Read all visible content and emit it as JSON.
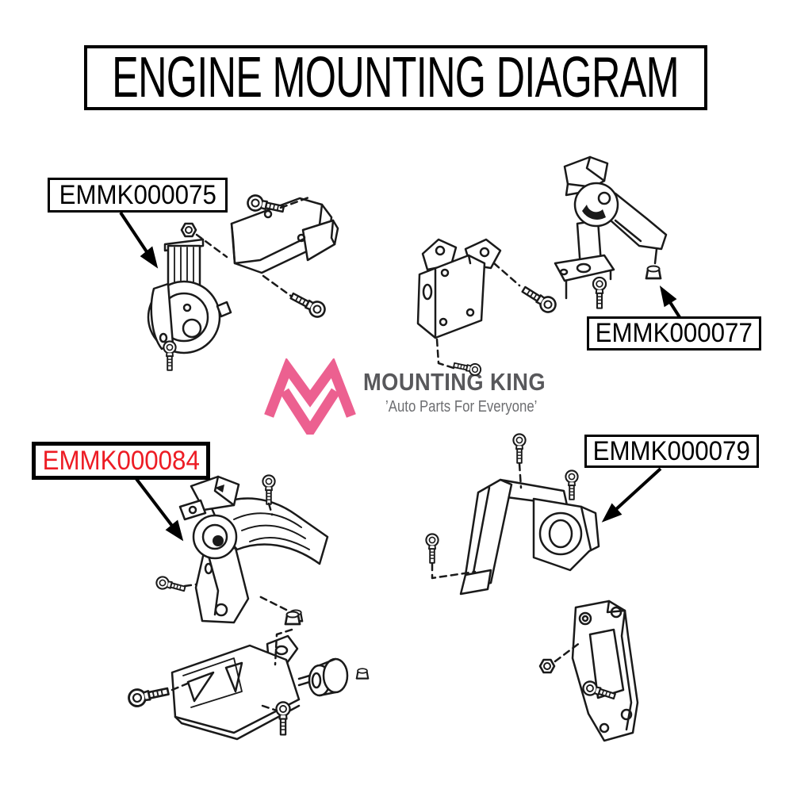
{
  "title": "ENGINE MOUNTING DIAGRAM",
  "brand": {
    "name": "MOUNTING KING",
    "tagline": "’Auto Parts For Everyone’",
    "logo_mark": "m-chevron-logo"
  },
  "part_labels": [
    {
      "code": "EMMK000075",
      "text_color": "#000000",
      "highlighted": false,
      "position": "top-left"
    },
    {
      "code": "EMMK000077",
      "text_color": "#000000",
      "highlighted": false,
      "position": "mid-right"
    },
    {
      "code": "EMMK000084",
      "text_color": "#ed1c24",
      "highlighted": true,
      "position": "mid-left"
    },
    {
      "code": "EMMK000079",
      "text_color": "#000000",
      "highlighted": false,
      "position": "lower-right"
    }
  ],
  "drawings": [
    {
      "name": "front-engine-mount-assembly-drawing",
      "area": "top-left"
    },
    {
      "name": "side-bracket-assembly-drawing",
      "area": "top-middle"
    },
    {
      "name": "right-engine-mount-assembly-drawing",
      "area": "top-right"
    },
    {
      "name": "left-transmission-mount-assembly-drawing",
      "area": "mid-left"
    },
    {
      "name": "rear-engine-mount-assembly-drawing",
      "area": "mid-right"
    },
    {
      "name": "lower-bracket-and-insulator-drawing",
      "area": "bottom-center"
    },
    {
      "name": "support-bracket-drawing",
      "area": "bottom-right"
    }
  ],
  "colors": {
    "background": "#ffffff",
    "title_text": "#000000",
    "label_border": "#000000",
    "highlight_red": "#ed1c24",
    "logo_pink": "#ec6090",
    "logo_text_gray": "#58585b",
    "tagline_gray": "#6d6e71",
    "line_art": "#1a1a1a"
  }
}
